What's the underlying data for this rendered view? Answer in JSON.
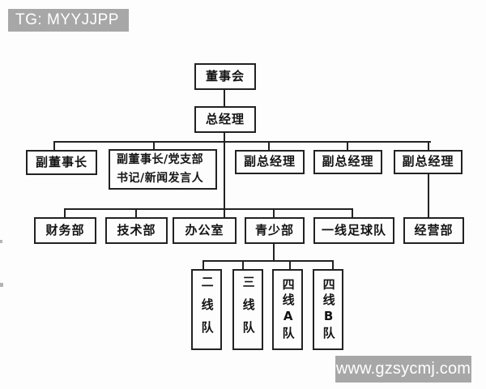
{
  "watermarks": {
    "top_left": "TG: MYYJJPP",
    "bottom_right": "www.gzsycmj.com"
  },
  "colors": {
    "background": "#ffffff",
    "box_border": "#222222",
    "connector_line": "#222222",
    "node_text": "#141414",
    "watermark_bg": "#a7a7a7",
    "watermark_text": "#ffffff"
  },
  "chart_data": {
    "type": "org-chart",
    "nodes": {
      "board": "董事会",
      "general_manager": "总经理",
      "vice_chairman": "副董事长",
      "vice_chairman_party_secretary_spokesman": "副董事长/党支部书记/新闻发言人",
      "deputy_gm_1": "副总经理",
      "deputy_gm_2": "副总经理",
      "deputy_gm_3": "副总经理",
      "finance_dept": "财务部",
      "technical_dept": "技术部",
      "office": "办公室",
      "youth_dept": "青少部",
      "first_team": "一线足球队",
      "business_dept": "经营部",
      "second_team": "二线队",
      "third_team": "三线队",
      "fourth_team_a": "四线A队",
      "fourth_team_b": "四线B队"
    },
    "edges": [
      {
        "from": "board",
        "to": "general_manager"
      },
      {
        "from": "general_manager",
        "to": "vice_chairman"
      },
      {
        "from": "general_manager",
        "to": "vice_chairman_party_secretary_spokesman"
      },
      {
        "from": "general_manager",
        "to": "deputy_gm_1"
      },
      {
        "from": "general_manager",
        "to": "deputy_gm_2"
      },
      {
        "from": "general_manager",
        "to": "deputy_gm_3"
      },
      {
        "from": "general_manager",
        "to": "finance_dept"
      },
      {
        "from": "general_manager",
        "to": "technical_dept"
      },
      {
        "from": "general_manager",
        "to": "office"
      },
      {
        "from": "general_manager",
        "to": "youth_dept"
      },
      {
        "from": "general_manager",
        "to": "first_team"
      },
      {
        "from": "deputy_gm_3",
        "to": "business_dept"
      },
      {
        "from": "youth_dept",
        "to": "second_team"
      },
      {
        "from": "youth_dept",
        "to": "third_team"
      },
      {
        "from": "youth_dept",
        "to": "fourth_team_a"
      },
      {
        "from": "youth_dept",
        "to": "fourth_team_b"
      }
    ]
  }
}
